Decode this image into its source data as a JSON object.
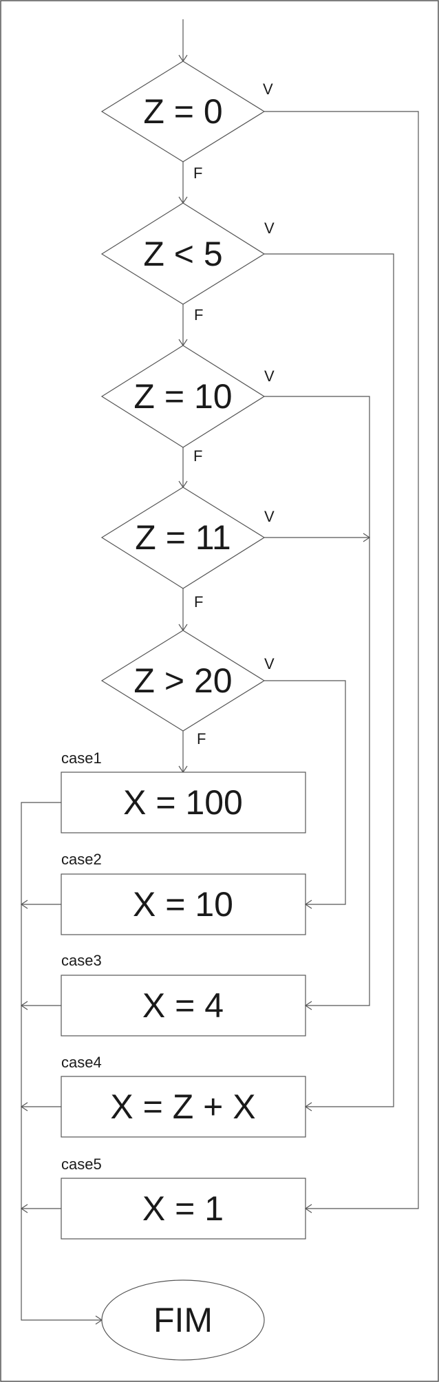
{
  "decisions": [
    {
      "condition": "Z = 0",
      "true_label": "V",
      "false_label": "F"
    },
    {
      "condition": "Z < 5",
      "true_label": "V",
      "false_label": "F"
    },
    {
      "condition": "Z = 10",
      "true_label": "V",
      "false_label": "F"
    },
    {
      "condition": "Z = 11",
      "true_label": "V",
      "false_label": "F"
    },
    {
      "condition": "Z > 20",
      "true_label": "V",
      "false_label": "F"
    }
  ],
  "cases": [
    {
      "name": "case1",
      "statement": "X = 100"
    },
    {
      "name": "case2",
      "statement": "X = 10"
    },
    {
      "name": "case3",
      "statement": "X = 4"
    },
    {
      "name": "case4",
      "statement": "X = Z + X"
    },
    {
      "name": "case5",
      "statement": "X = 1"
    }
  ],
  "terminal": {
    "label": "FIM"
  }
}
